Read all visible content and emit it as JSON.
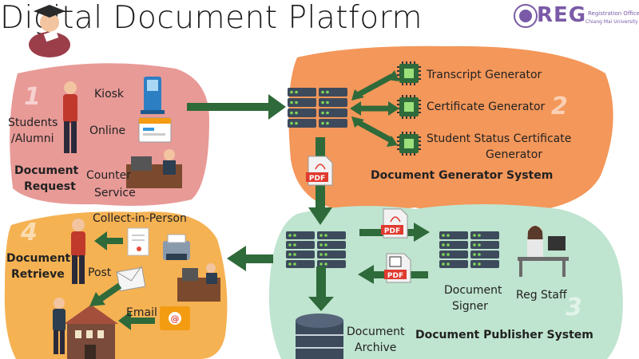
{
  "title": "Digital Document Platform",
  "logo": {
    "word": "REG",
    "line1": "Registration Office",
    "line2": "Chiang Mai University"
  },
  "colors": {
    "request_bg": "#e89a97",
    "generator_bg": "#f4975a",
    "publisher_bg": "#bfe4cf",
    "retrieve_bg": "#f5b253",
    "arrow": "#2f6a3a",
    "server": "#3d4a5c",
    "led": "#7ed957",
    "chip": "#2f6a3a",
    "pdf": "#e03a2f"
  },
  "request": {
    "number": "1",
    "students": "Students",
    "alumni": "/Alumni",
    "kiosk": "Kiosk",
    "online": "Online",
    "counter": "Counter",
    "service": "Service",
    "heading1": "Document",
    "heading2": "Request"
  },
  "generator": {
    "number": "2",
    "transcript": "Transcript Generator",
    "certificate": "Certificate Generator",
    "status1": "Student Status Certificate",
    "status2": "Generator",
    "heading": "Document Generator System"
  },
  "publisher": {
    "number": "3",
    "signer1": "Document",
    "signer2": "Signer",
    "staff": "Reg Staff",
    "archive1": "Document",
    "archive2": "Archive",
    "heading": "Document Publisher System"
  },
  "retrieve": {
    "number": "4",
    "heading1": "Document",
    "heading2": "Retrieve",
    "collect": "Collect-in-Person",
    "post": "Post",
    "email": "Email"
  },
  "pdf_label": "PDF",
  "icons": [
    "graduate-icon",
    "kiosk-icon",
    "browser-icon",
    "counter-staff-icon",
    "server-icon",
    "chip-icon",
    "pdf-file-icon",
    "signed-pdf-icon",
    "database-icon",
    "printer-icon",
    "paper-icon",
    "envelope-icon",
    "email-icon",
    "building-icon",
    "student-icon",
    "office-worker-icon",
    "uni-seal-icon"
  ]
}
